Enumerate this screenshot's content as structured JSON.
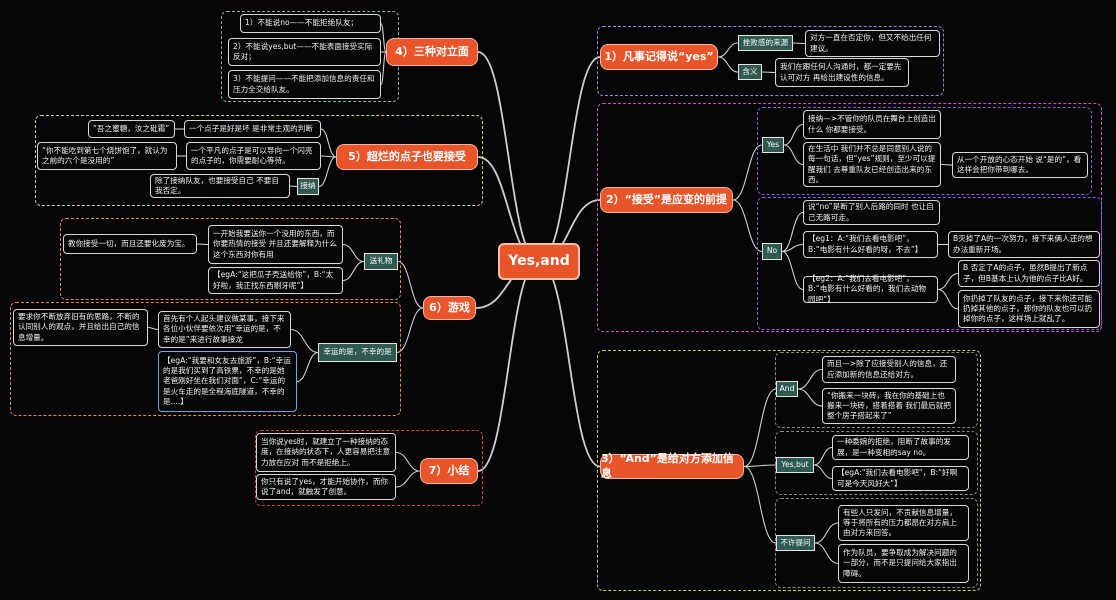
{
  "center": "Yes,and",
  "b1": {
    "title": "1）凡事记得说“yes”",
    "t1": "挫败感的来源",
    "t1a": "对方一直在否定你，但又不给出任何建议。",
    "t2": "含义",
    "t2a": "我们在跟任何人沟通时，都一定要先认可对方 再给出建设性的信息。"
  },
  "b2": {
    "title": "2）“接受”是应变的前提",
    "yes": "Yes",
    "y1": "接纳—>不管你的队员在舞台上创造出什么 你都要接受。",
    "y2": "在生活中 我们并不总是同意别人说的每一句话，但“yes”规则，至少可以提醒我们 去尊重队友已经创造出来的东西。",
    "y2a": "从一个开放的心态开始 说“是的”，看这样会把你带到哪去。",
    "no": "No",
    "n1": "说“no”是断了别人后路的同时 也让自己无路可走。",
    "n2": "【eg1：A:“我们去看电影吧”，B:“电影有什么好看的呀，不去”】",
    "n2a": "B灭掉了A的一次努力，接下来俩人还的想办法重新开场。",
    "n3": "【eg2：A:“我们去看电影吧”，B:“电影有什么好看的，我们去动物园吧”】",
    "n3a": "B 否定了A的点子，虽然B提出了新点子，但B基本上认为他的点子比A好。",
    "n3b": "你扔掉了队友的点子，接下来你还可能扔掉其他的点子，那你的队友也可以扔掉你的点子，这样场上就乱了。"
  },
  "b3": {
    "title": "3）“And”是给对方添加信息",
    "and": "And",
    "a1": "而且—>除了应接受别人的信息，还应添加新的信息还给对方。",
    "a2": "“你搬来一块砖，我在你的基础上也搬来一块砖，搭着搭着 我们最后就把整个房子搭起来了”",
    "yb": "Yes,but",
    "yb1": "一种委婉的拒绝，阻断了故事的发展，是一种变相的say no。",
    "yb2": "【egA:“我们去看电影吧”，B:“好啊 可是今天风好大”】",
    "nq": "不许提问",
    "nq1": "有些人只发问，不贡献信息增量，等于将所有的压力都昂在对方肩上由对方来回答。",
    "nq2": "作为队员，要争取成为解决问题的一部分，而不是只提问给大家指出障碍。"
  },
  "b4": {
    "title": "4）三种对立面",
    "i1": "1）不能说no——不能拒绝队友；",
    "i2": "2）不能说yes,but——不能表面接受实际反对；",
    "i3": "3）不能提问——不能把添加信息的责任和压力全交给队友。"
  },
  "b5": {
    "title": "5）超烂的点子也要接受",
    "i1": "一个点子是好是坏 是非常主观的判断",
    "i1a": "“吾之蜜糖，汝之砒霜”",
    "i2": "一个平凡的点子是可以导向一个闪亮的点子的，你需要耐心等待。",
    "i2a": "“你不能吃到第七个烧饼饱了，就认为之前的六个是没用的”",
    "tag": "接纳",
    "tagA": "除了接纳队友，也要接受自己 不要自我否定。"
  },
  "b6": {
    "title": "6）游戏",
    "g1": "送礼物",
    "g1a": "一开始我要送你一个没用的东西，而你要热情的接受 并且还要解释为什么这个东西对你有用",
    "g1aa": "教你接受一切，而且还要化废为宝。",
    "g1b": "【egA:“这把瓜子壳送给你”，B:“太好啦，我正找东西剔牙呢”】",
    "g2": "幸运的是，不幸的是",
    "g2a": "首先有个人起头建议做某事，接下来各位小伙伴要依次用“幸运的是，不幸的是”来进行故事接龙",
    "g2aa": "要求你不断放弃旧有的思路，不断的认同别人的观点，并且给出自己的信息增量。",
    "g2b": "【egA:“我要和女友去旅游”，B:“幸运的是我们买到了高铁票，不幸的是她老爸刚好坐在我们对面”，C:“幸运的是火车走的是全程海底隧道，不幸的是....】"
  },
  "b7": {
    "title": "7）小结",
    "i1": "当你说yes时，就建立了一种接纳的态度，在接纳的状态下，人更容易把注意力放在应对 而不是拒绝上。",
    "i2": "你只有说了yes，才能开始协作，而你说了and，就触发了创意。"
  },
  "colors": {
    "main": "#e8552a",
    "tag": "#2e5a4f"
  }
}
